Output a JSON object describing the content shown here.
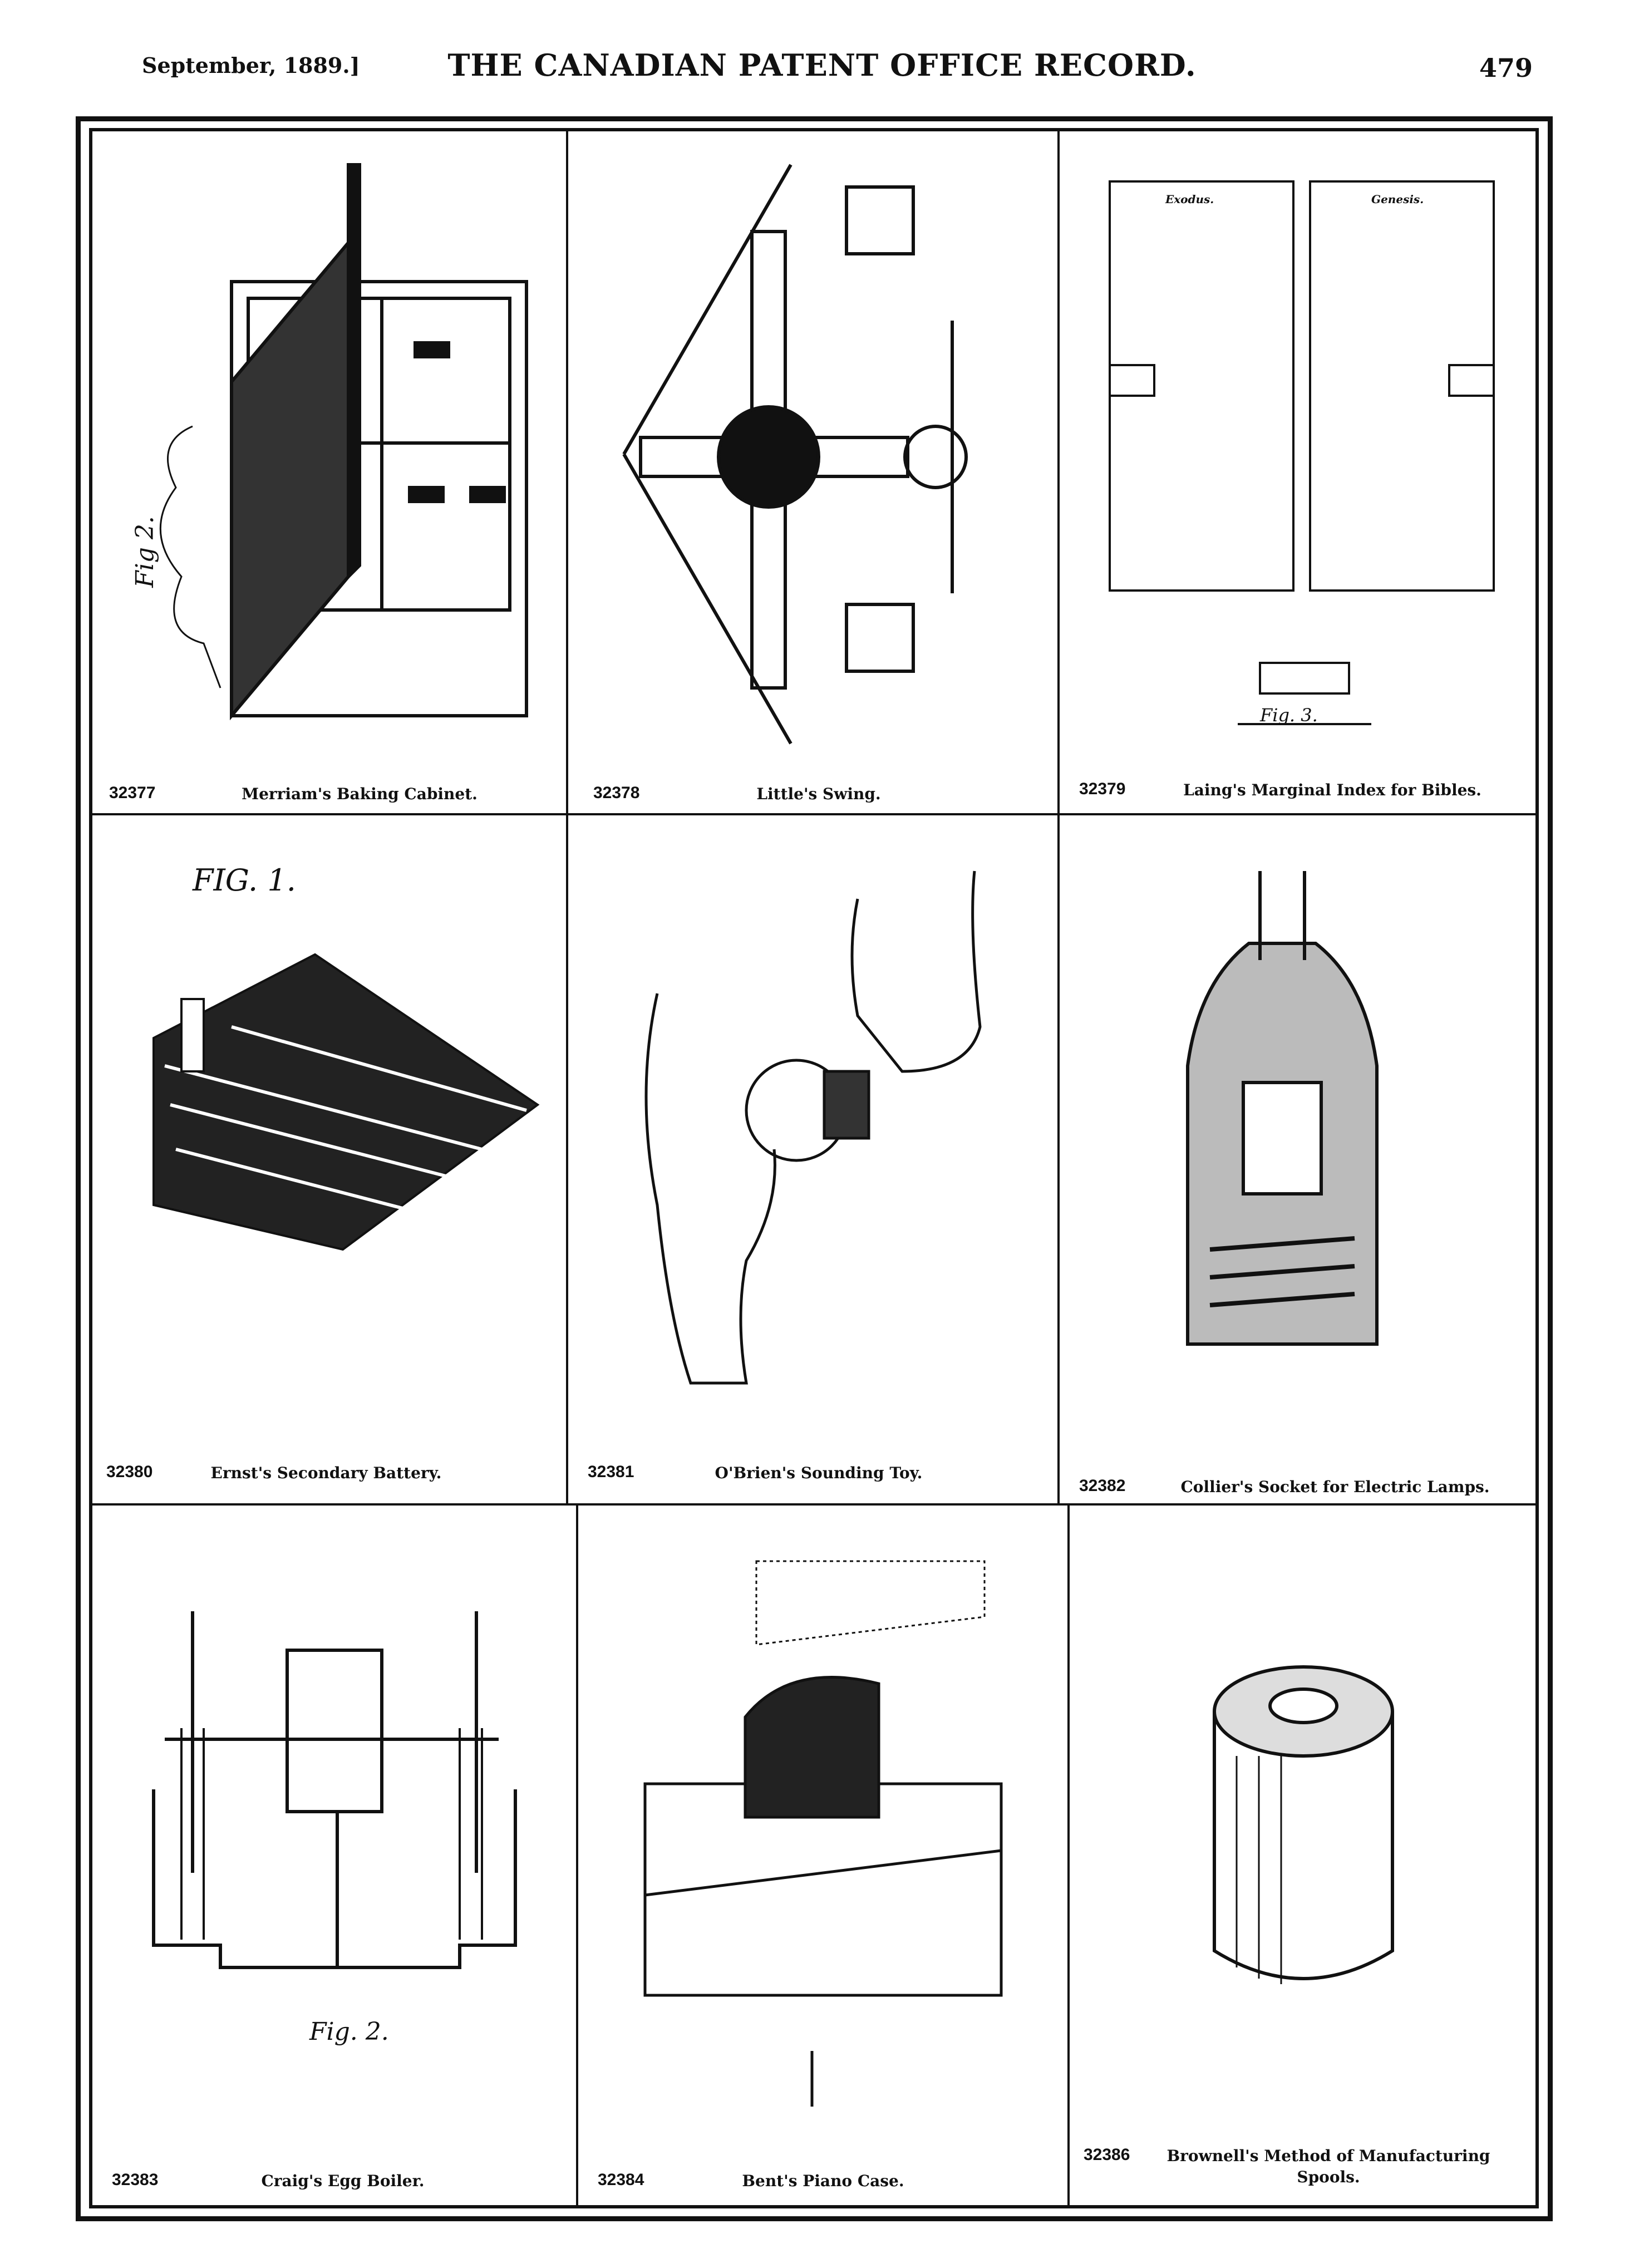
{
  "header": {
    "date": "September, 1889.]",
    "title": "THE CANADIAN PATENT OFFICE RECORD.",
    "page_number": "479"
  },
  "patents": [
    {
      "number": "32377",
      "title": "Merriam's Baking Cabinet.",
      "figure_label": "Fig 2."
    },
    {
      "number": "32378",
      "title": "Little's Swing."
    },
    {
      "number": "32379",
      "title": "Laing's Marginal Index for Bibles.",
      "figure_label": "Fig. 3.",
      "labels": [
        "Exodus.",
        "Genesis."
      ]
    },
    {
      "number": "32380",
      "title": "Ernst's Secondary Battery.",
      "figure_label": "FIG. 1."
    },
    {
      "number": "32381",
      "title": "O'Brien's Sounding Toy."
    },
    {
      "number": "32382",
      "title": "Collier's Socket for Electric Lamps."
    },
    {
      "number": "32383",
      "title": "Craig's Egg Boiler.",
      "figure_label": "Fig. 2."
    },
    {
      "number": "32384",
      "title": "Bent's Piano Case."
    },
    {
      "number": "32386",
      "title": "Brownell's Method of Manufacturing Spools."
    }
  ]
}
